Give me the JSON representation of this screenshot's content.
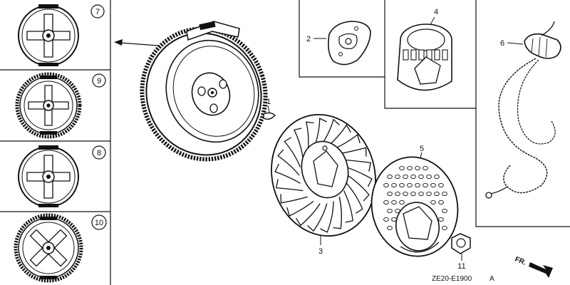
{
  "part_labels": {
    "p1": "1",
    "p2": "2",
    "p3": "3",
    "p4": "4",
    "p5": "5",
    "p6": "6",
    "p7": "7",
    "p8": "8",
    "p9": "9",
    "p10": "10",
    "p11": "11"
  },
  "diagram_code": "ZE20-E1900",
  "diagram_code_suffix": "A",
  "direction_label": "FR.",
  "colors": {
    "ink": "#111111",
    "paper": "#ffffff"
  }
}
